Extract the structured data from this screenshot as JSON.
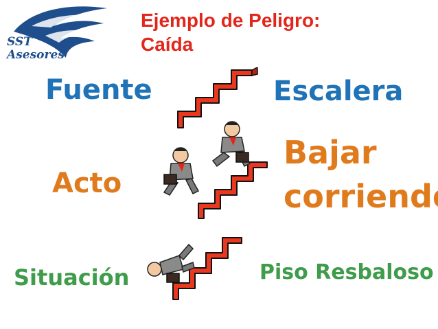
{
  "logo": {
    "line1": "SST",
    "line2": "Asesores",
    "icon": "wing-logo-icon"
  },
  "title": {
    "line1": "Ejemplo de Peligro:",
    "line2": "Caída"
  },
  "rows": [
    {
      "label": "Fuente",
      "value": "Escalera"
    },
    {
      "label": "Acto",
      "value_line1": "Bajar",
      "value_line2": "corriendo"
    },
    {
      "label": "Situación",
      "value": "Piso Resbaloso"
    }
  ],
  "colors": {
    "title": "#e3261b",
    "blue": "#1f73b6",
    "orange": "#e07b1d",
    "green": "#3e9c4a",
    "stair": "#e8381f",
    "logo": "#1f4e8c"
  }
}
